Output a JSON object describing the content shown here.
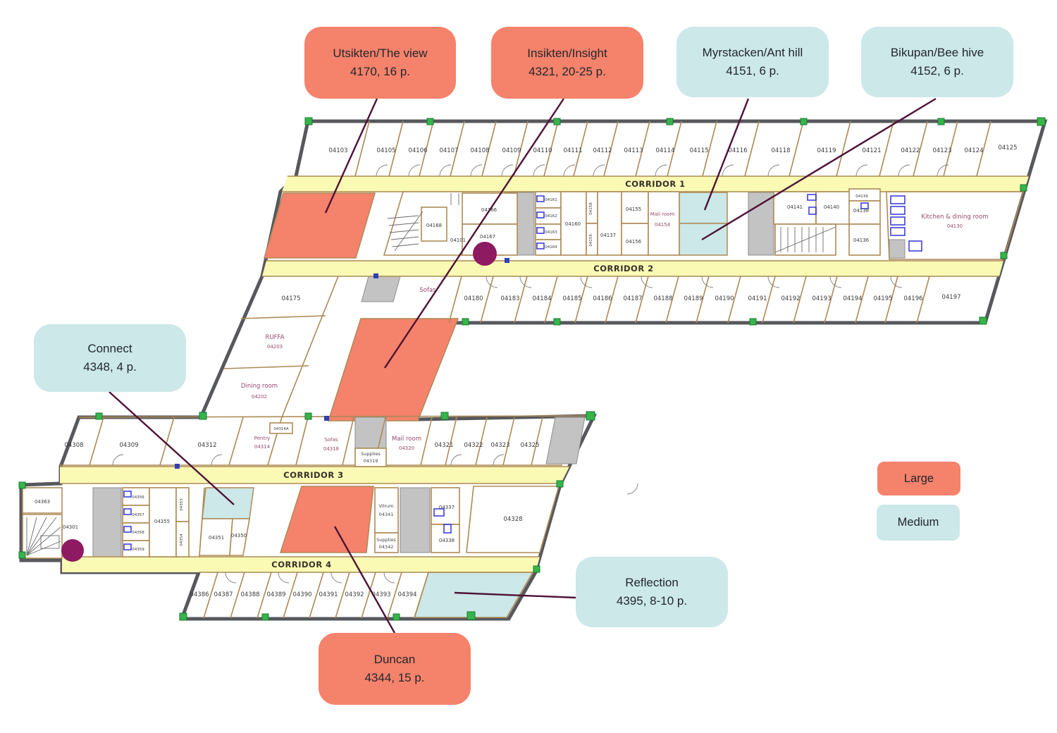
{
  "colors": {
    "large_room": "#F5826B",
    "medium_room": "#CCE8E8",
    "corridor": "#FAFAB4",
    "leader_line": "#4E1337",
    "marker_dot": "#8E1A62"
  },
  "legend": {
    "large": "Large",
    "medium": "Medium"
  },
  "callouts": {
    "utsikten": {
      "line1": "Utsikten/The view",
      "line2": "4170, 16 p."
    },
    "insikten": {
      "line1": "Insikten/Insight",
      "line2": "4321, 20-25 p."
    },
    "myrstacken": {
      "line1": "Myrstacken/Ant hill",
      "line2": "4151, 6 p."
    },
    "bikupan": {
      "line1": "Bikupan/Bee hive",
      "line2": "4152, 6 p."
    },
    "connect": {
      "line1": "Connect",
      "line2": "4348, 4 p."
    },
    "reflection": {
      "line1": "Reflection",
      "line2": "4395, 8-10 p."
    },
    "duncan": {
      "line1": "Duncan",
      "line2": "4344, 15 p."
    }
  },
  "corridors": {
    "c1": "CORRIDOR 1",
    "c2": "CORRIDOR 2",
    "c3": "CORRIDOR 3",
    "c4": "CORRIDOR 4"
  },
  "plan": {
    "top_row": [
      "04103",
      "04105",
      "04106",
      "04107",
      "04108",
      "04109",
      "04110",
      "04111",
      "04112",
      "04113",
      "04114",
      "04115",
      "04116",
      "04118",
      "04119",
      "04121",
      "04122",
      "04123",
      "04124",
      "04125"
    ],
    "mid_row": [
      "04180",
      "04183",
      "04184",
      "04185",
      "04186",
      "04187",
      "04188",
      "04189",
      "04190",
      "04191",
      "04192",
      "04193",
      "04194",
      "04195",
      "04196",
      "04197"
    ],
    "bottom_row": [
      "04386",
      "04387",
      "04388",
      "04389",
      "04390",
      "04391",
      "04392",
      "04393",
      "04394"
    ],
    "lower_top_row": [
      "04308",
      "04309",
      "04312",
      "04321",
      "04322",
      "04323",
      "04325"
    ],
    "core": {
      "elevator": "04168",
      "stair": "04101",
      "r04166": "04166",
      "r04167": "04167",
      "wc1": "04161",
      "wc2": "04162",
      "wc3": "04163",
      "wc4": "04164",
      "r04160": "04160",
      "r04158": "04158",
      "r04159": "04159",
      "r04137": "04137",
      "r04155": "04155",
      "r04156": "04156",
      "mail_name": "Mail room",
      "mail_num": "04154",
      "r04141": "04141",
      "r04140": "04140",
      "r04139": "04139",
      "r04138": "04138",
      "r04136": "04136",
      "kitchen_name": "Kitchen & dining room",
      "kitchen_num": "04130"
    },
    "connector": {
      "r04175": "04175",
      "ruffa_name": "RUFFA",
      "ruffa_num": "04203",
      "dining_name": "Dining room",
      "dining_num": "04202",
      "sofas": "Sofas"
    },
    "lower": {
      "pentry_name": "Pentry",
      "pentry_num": "04314",
      "r04314a": "04314A",
      "sofas_name": "Sofas",
      "sofas_num": "04318",
      "supplies1_name": "Supplies",
      "supplies1_num": "04319",
      "mail_name": "Mail room",
      "mail_num": "04320",
      "r04363": "04363",
      "r04301": "04301",
      "wc1": "04356",
      "wc2": "04357",
      "wc3": "04358",
      "wc4": "04359",
      "r04355": "04355",
      "r04353": "04353",
      "r04354": "04354",
      "r04351": "04351",
      "r04350": "04350",
      "vilrum_name": "Vilrum",
      "vilrum_num": "04341",
      "supplies2_name": "Supplies",
      "supplies2_num": "04342",
      "r04337": "04337",
      "r04338": "04338",
      "r04328": "04328"
    }
  }
}
